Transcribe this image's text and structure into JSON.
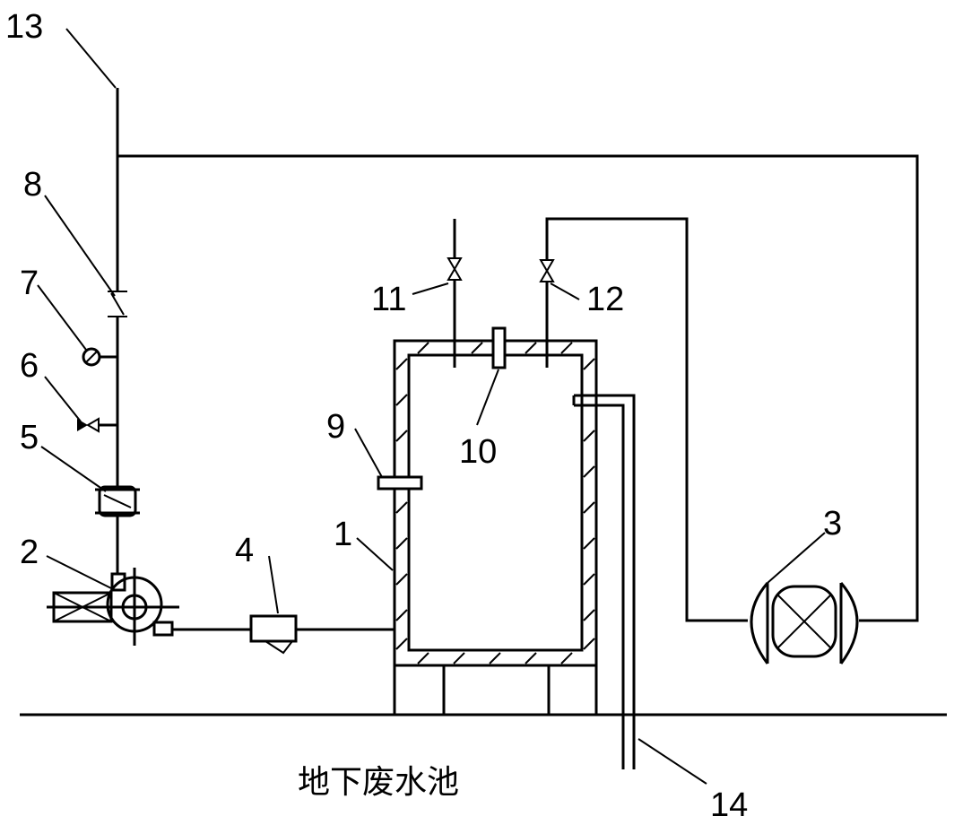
{
  "labels": {
    "l1": "1",
    "l2": "2",
    "l3": "3",
    "l4": "4",
    "l5": "5",
    "l6": "6",
    "l7": "7",
    "l8": "8",
    "l9": "9",
    "l10": "10",
    "l11": "11",
    "l12": "12",
    "l13": "13",
    "l14": "14"
  },
  "caption": "地下废水池"
}
